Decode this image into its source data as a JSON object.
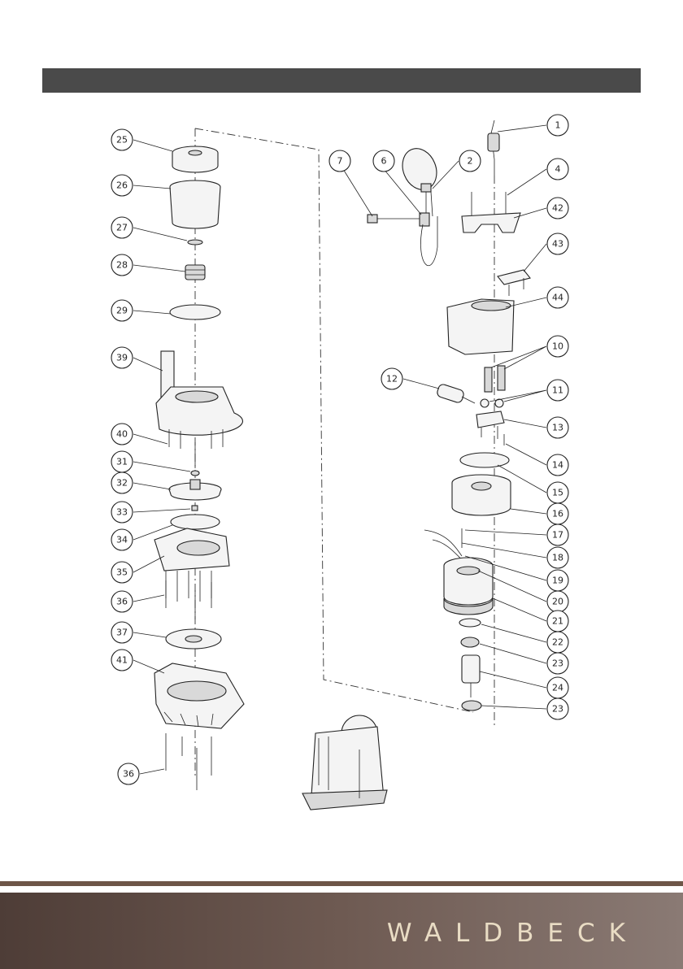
{
  "header": {
    "color": "#4a4a4a"
  },
  "footer": {
    "logo": "WALDBECK",
    "logo_color": "#e9dcc4",
    "band_color": "#6e5a52",
    "line_color": "#6e5648"
  },
  "diagram": {
    "callouts_left": [
      "25",
      "26",
      "27",
      "28",
      "29",
      "39",
      "40",
      "31",
      "32",
      "33",
      "34",
      "35",
      "36",
      "37",
      "41",
      "36"
    ],
    "callouts_right": [
      "1",
      "2",
      "4",
      "6",
      "7",
      "42",
      "43",
      "44",
      "10",
      "11",
      "12",
      "13",
      "14",
      "15",
      "16",
      "17",
      "18",
      "19",
      "20",
      "21",
      "22",
      "23",
      "24",
      "23"
    ]
  }
}
